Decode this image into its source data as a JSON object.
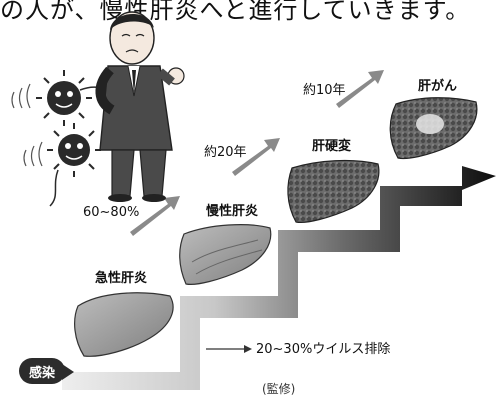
{
  "header": {
    "text": "の人が、慢性肝炎へと進行していきます。"
  },
  "stages": {
    "infection": "感染",
    "acute": "急性肝炎",
    "chronic": "慢性肝炎",
    "cirrhosis": "肝硬変",
    "cancer": "肝がん"
  },
  "transitions": {
    "to_chronic": "60~80%",
    "to_cirrhosis": "約20年",
    "to_cancer": "約10年",
    "elimination": "20~30%ウイルス排除"
  },
  "footer": {
    "text": "(監修)"
  },
  "colors": {
    "stair_dark": "#111111",
    "stair_light": "#e6e6e6",
    "arrow_gray": "#8a8a8a",
    "badge": "#2c2c2c",
    "liver_fill": "#9a9a9a"
  },
  "icons": {
    "person": "sick-man-icon",
    "virus": "virus-icon"
  }
}
